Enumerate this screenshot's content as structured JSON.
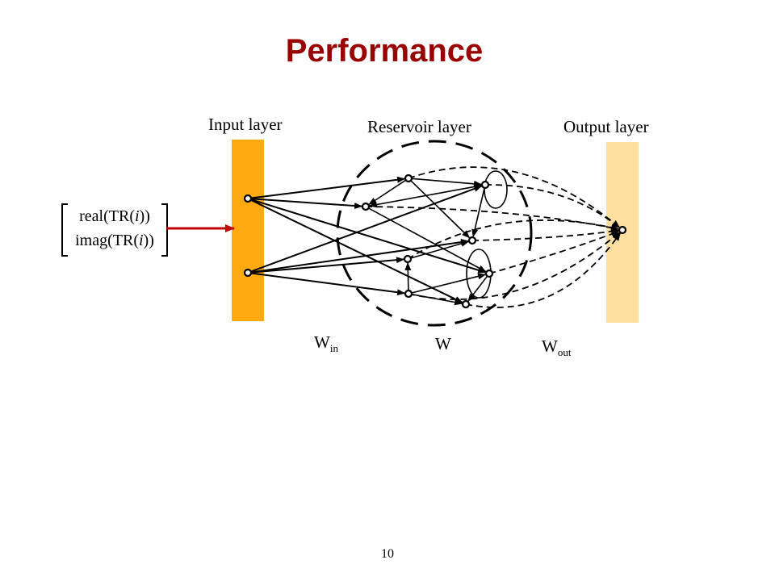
{
  "slide": {
    "title": "Performance",
    "page_number": "10"
  },
  "colors": {
    "title": "#990000",
    "input_bar": "#FFAA10",
    "output_bar": "#FDDFA0",
    "input_arrow": "#C00000",
    "lines": "#000000"
  },
  "input_vector": {
    "row1_prefix": "real(TR(",
    "row1_var": "i",
    "row1_suffix": "))",
    "row2_prefix": "imag(TR(",
    "row2_var": "i",
    "row2_suffix": "))"
  },
  "layers": {
    "input": "Input layer",
    "reservoir": "Reservoir layer",
    "output": "Output layer"
  },
  "weights": {
    "win_main": "W",
    "win_sub": "in",
    "w_main": "W",
    "wout_main": "W",
    "wout_sub": "out"
  },
  "network": {
    "input_nodes": [
      "i1",
      "i2"
    ],
    "reservoir_nodes": [
      "r1",
      "r2",
      "r3",
      "r4",
      "r5",
      "r6",
      "r7",
      "r8"
    ],
    "output_nodes": [
      "o1"
    ],
    "input_connections": [
      [
        "i1",
        "r1"
      ],
      [
        "i1",
        "r2"
      ],
      [
        "i1",
        "r6"
      ],
      [
        "i1",
        "r8"
      ],
      [
        "i2",
        "r3"
      ],
      [
        "i2",
        "r4"
      ],
      [
        "i2",
        "r5"
      ],
      [
        "i2",
        "r7"
      ]
    ],
    "reservoir_connections": [
      [
        "r1",
        "r3"
      ],
      [
        "r1",
        "r2"
      ],
      [
        "r1",
        "r4"
      ],
      [
        "r3",
        "r2"
      ],
      [
        "r2",
        "r6"
      ],
      [
        "r3",
        "r4"
      ],
      [
        "r5",
        "r4"
      ],
      [
        "r7",
        "r5"
      ],
      [
        "r7",
        "r6"
      ],
      [
        "r7",
        "r8"
      ],
      [
        "r6",
        "r8"
      ]
    ],
    "self_loops": [
      "r3",
      "r6"
    ],
    "output_connections": [
      [
        "r1",
        "o1"
      ],
      [
        "r2",
        "o1"
      ],
      [
        "r3",
        "o1"
      ],
      [
        "r4",
        "o1"
      ],
      [
        "r5",
        "o1"
      ],
      [
        "r6",
        "o1"
      ],
      [
        "r7",
        "o1"
      ],
      [
        "r8",
        "o1"
      ]
    ]
  }
}
